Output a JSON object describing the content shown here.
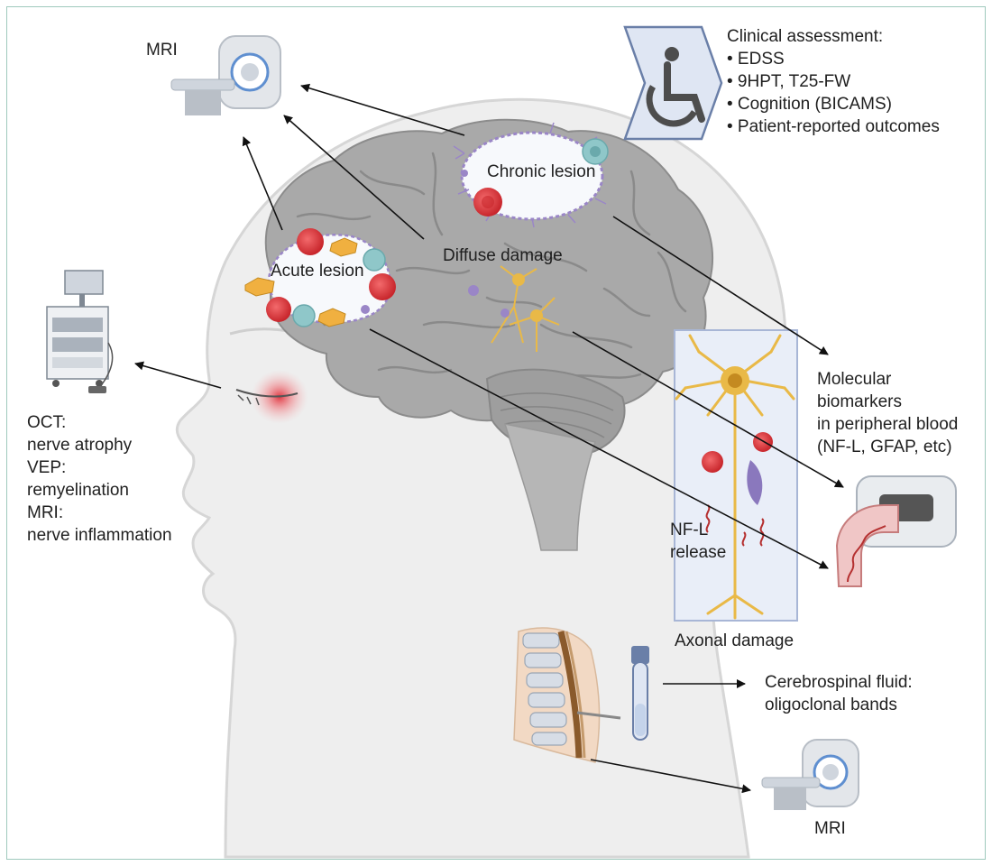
{
  "labels": {
    "mri_top": "MRI",
    "mri_bottom": "MRI",
    "chronic_lesion": "Chronic lesion",
    "acute_lesion": "Acute lesion",
    "diffuse_damage": "Diffuse damage",
    "axonal_damage": "Axonal damage",
    "nfl_release": [
      "NF-L",
      "release"
    ]
  },
  "clinical_assessment": {
    "title": "Clinical assessment:",
    "items": [
      "• EDSS",
      "• 9HPT, T25-FW",
      "• Cognition (BICAMS)",
      "• Patient-reported outcomes"
    ]
  },
  "eye_tests": [
    "OCT:",
    "nerve atrophy",
    "VEP:",
    "remyelination",
    "MRI:",
    "nerve inflammation"
  ],
  "molecular_biomarkers": [
    "Molecular",
    "biomarkers",
    "in peripheral blood",
    "(NF-L, GFAP, etc)"
  ],
  "csf": [
    "Cerebrospinal fluid:",
    "oligoclonal bands"
  ],
  "colors": {
    "frame": "#9fc9bd",
    "brain": "#a9a9a9",
    "lesion_red": "#d93a3e",
    "lesion_teal": "#8fc7c9",
    "neuron_yellow": "#e9b947",
    "glia_purple": "#9a86c7",
    "skin": "#eaeaea",
    "panel_blue": "#e9eef8"
  },
  "icons": [
    "mri-scanner-icon",
    "wheelchair-icon",
    "oct-device-icon",
    "blood-vessel-icon",
    "test-tube-icon",
    "spine-icon",
    "neuron-icon"
  ]
}
